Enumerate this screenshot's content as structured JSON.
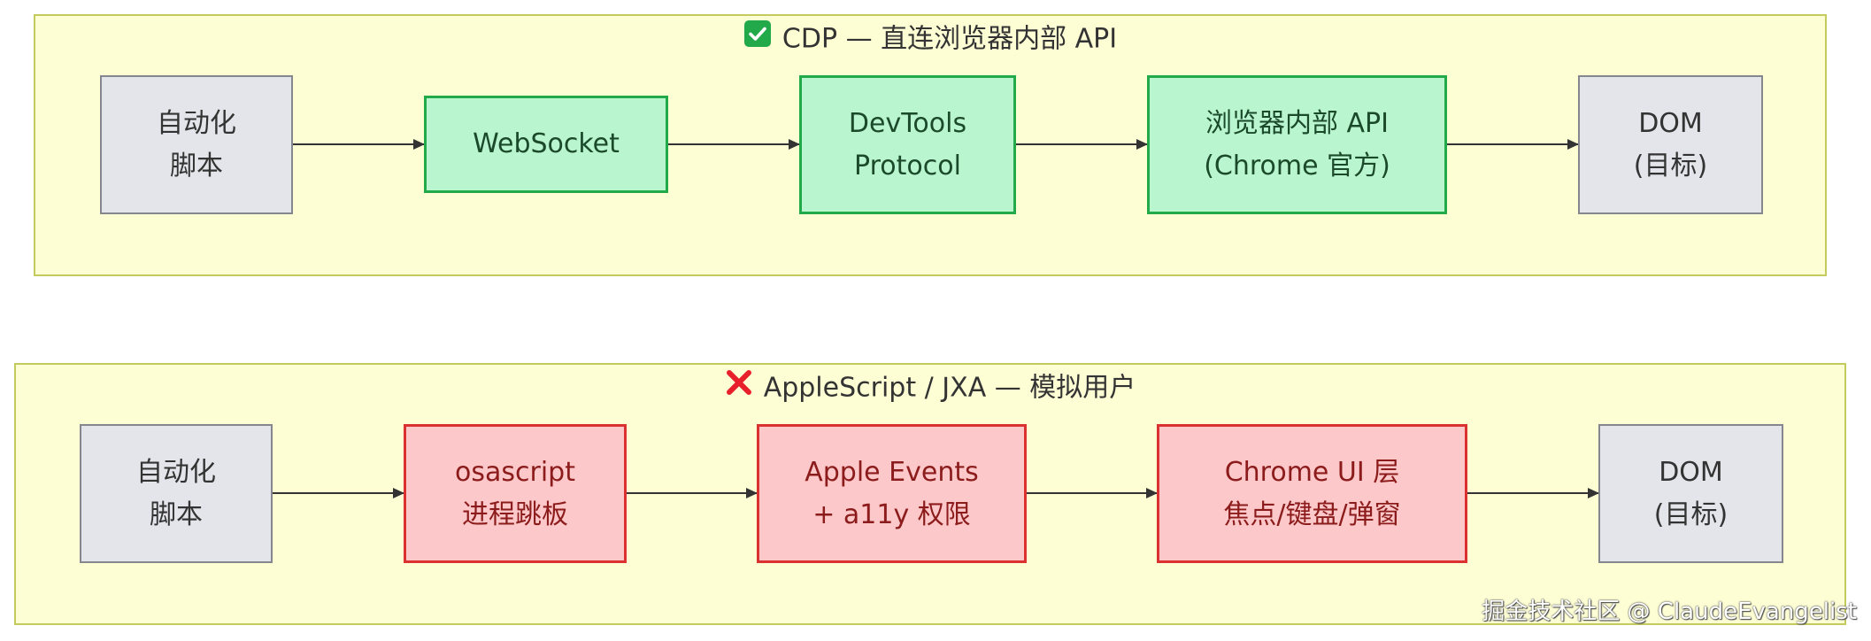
{
  "colors": {
    "group_fill": "#fefed5",
    "group_border": "#c3cb5e",
    "neutral_fill": "#e4e5ea",
    "neutral_border": "#85878f",
    "good_fill": "#b9f5cf",
    "good_border": "#22a94a",
    "bad_fill": "#fdc8c9",
    "bad_border": "#dc3131",
    "edge": "#333333"
  },
  "cdp": {
    "title": "CDP — 直连浏览器内部 API",
    "icon": "check-mark-icon",
    "nodes": {
      "script": {
        "line1": "自动化",
        "line2": "脚本"
      },
      "websocket": {
        "line1": "WebSocket"
      },
      "devtools": {
        "line1": "DevTools",
        "line2": "Protocol"
      },
      "internal": {
        "line1": "浏览器内部 API",
        "line2": "(Chrome 官方)"
      },
      "dom": {
        "line1": "DOM",
        "line2": "(目标)"
      }
    }
  },
  "applescript": {
    "title": "AppleScript / JXA — 模拟用户",
    "icon": "cross-mark-icon",
    "nodes": {
      "script": {
        "line1": "自动化",
        "line2": "脚本"
      },
      "osascript": {
        "line1": "osascript",
        "line2": "进程跳板"
      },
      "events": {
        "line1": "Apple Events",
        "line2": "+ a11y 权限"
      },
      "ui": {
        "line1": "Chrome UI 层",
        "line2": "焦点/键盘/弹窗"
      },
      "dom": {
        "line1": "DOM",
        "line2": "(目标)"
      }
    }
  },
  "watermark": "掘金技术社区 @ ClaudeEvangelist"
}
